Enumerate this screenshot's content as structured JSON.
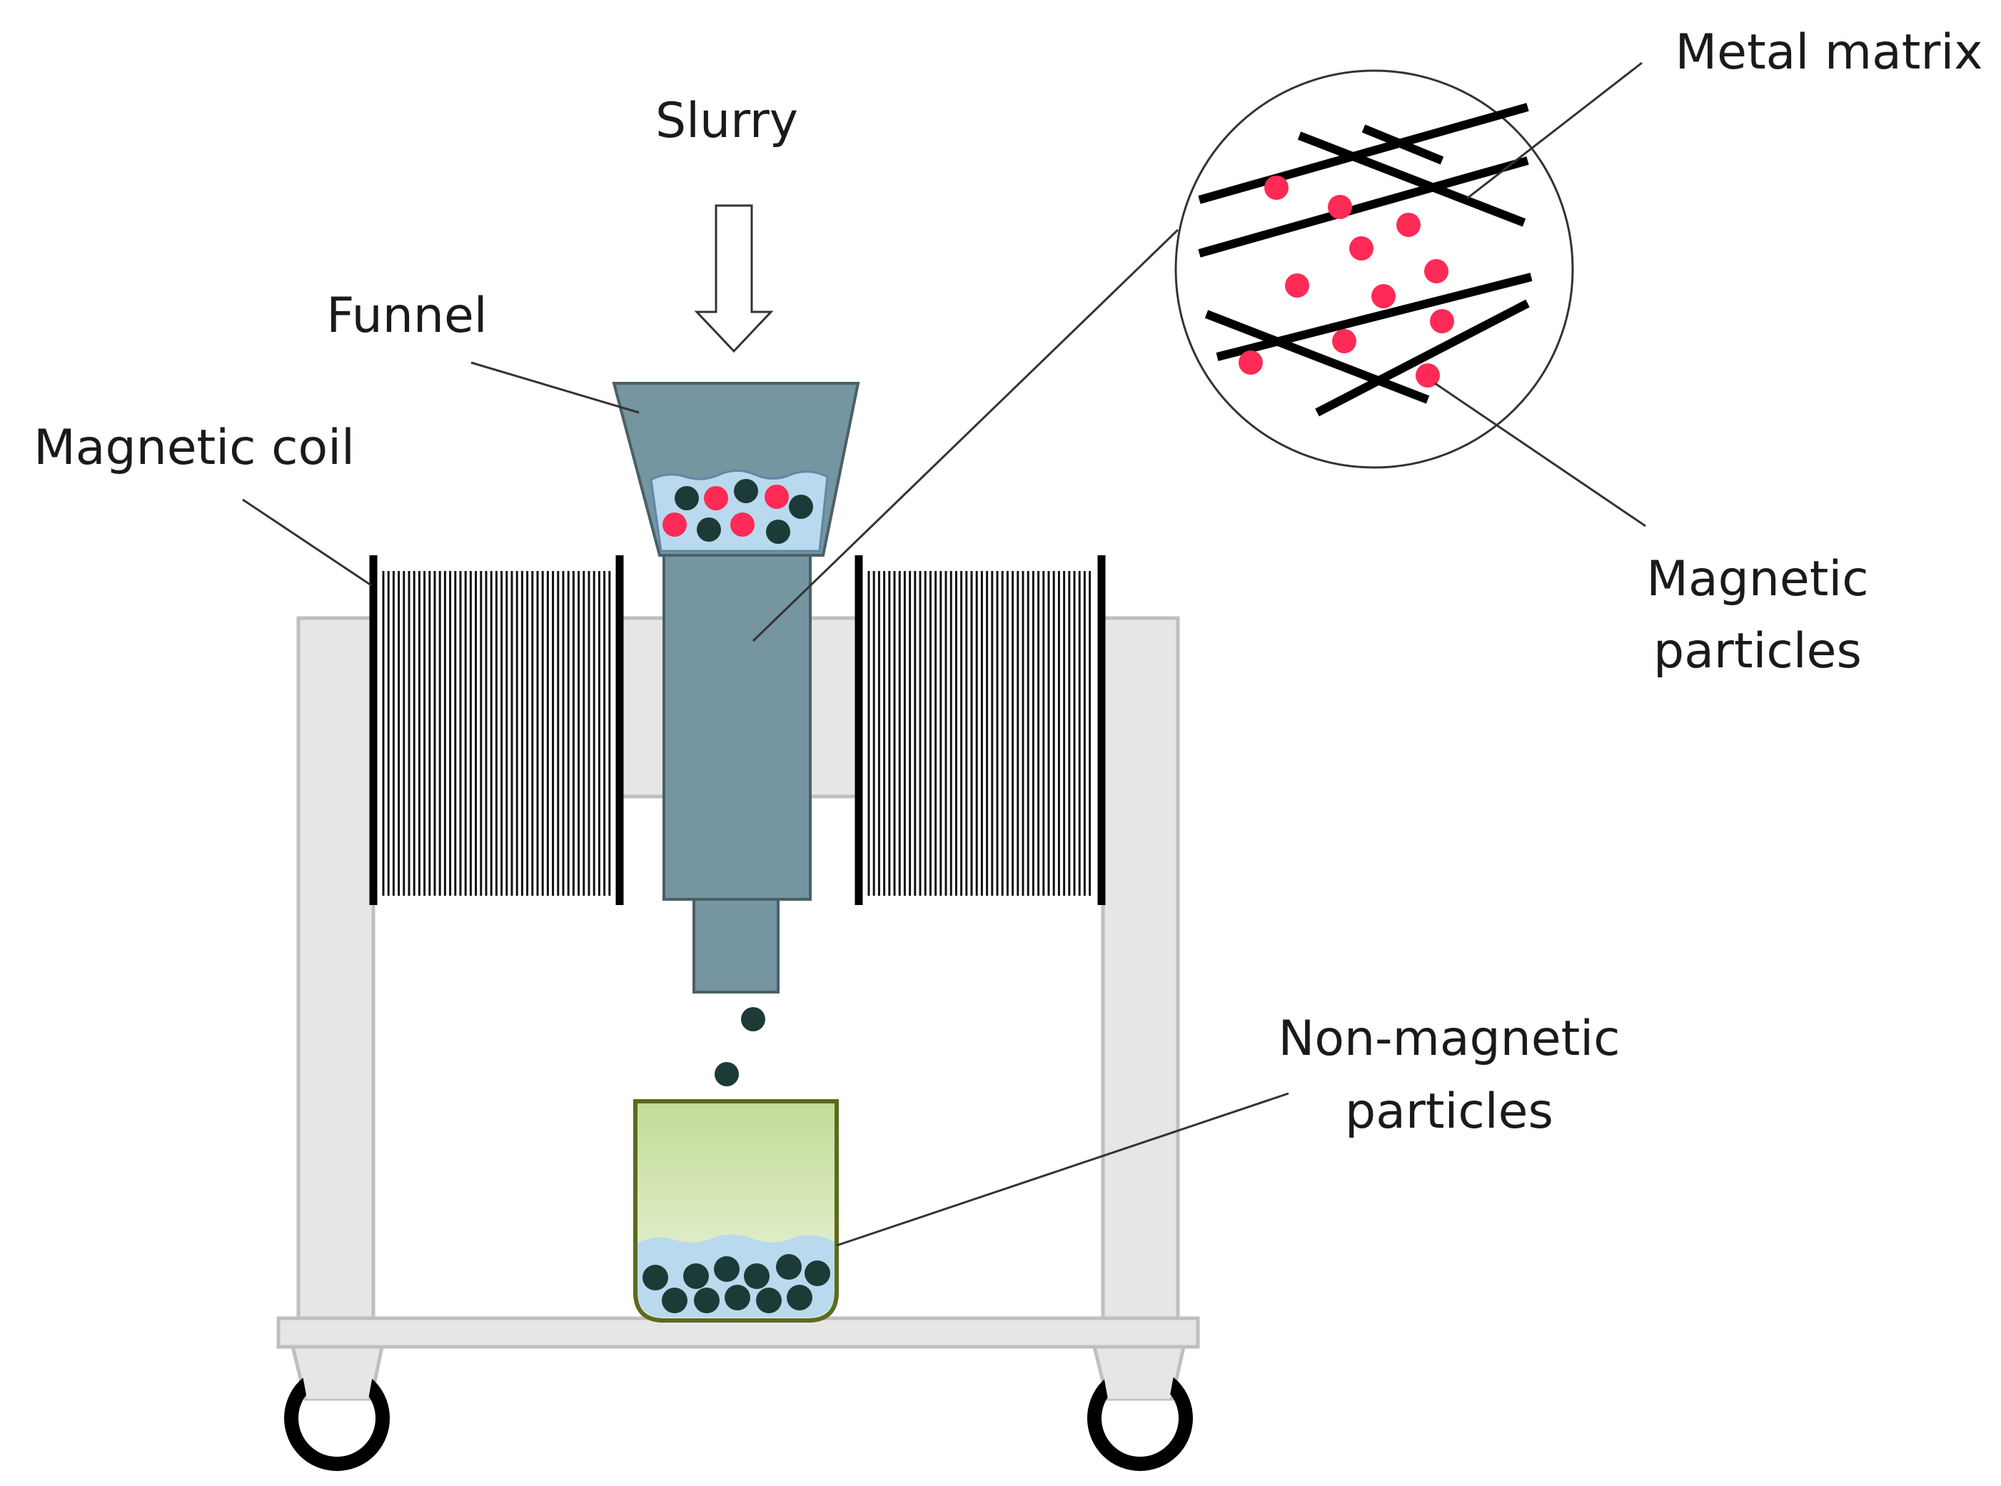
{
  "labels": {
    "slurry": "Slurry",
    "funnel": "Funnel",
    "magnetic_coil": "Magnetic coil",
    "metal_matrix": "Metal matrix",
    "magnetic_particles_line1": "Magnetic",
    "magnetic_particles_line2": "particles",
    "non_magnetic_line1": "Non-magnetic",
    "non_magnetic_line2": "particles"
  },
  "colors": {
    "frame": "#e6e6e6",
    "frame_stroke": "#bfbfbf",
    "funnel": "#7595a0",
    "funnel_stroke": "#4b5f66",
    "slurry_liquid": "#b9d9ee",
    "magnetic_particle": "#ff2a55",
    "non_magnetic_particle": "#1c3b36",
    "beaker_fill_top": "#c7df9e",
    "beaker_stroke": "#5b6b1d",
    "coil_wire": "#111111",
    "leader_line": "#333333"
  },
  "icons": {
    "inflow_arrow": "hollow-down-arrow",
    "wheel": "caster-wheel"
  }
}
